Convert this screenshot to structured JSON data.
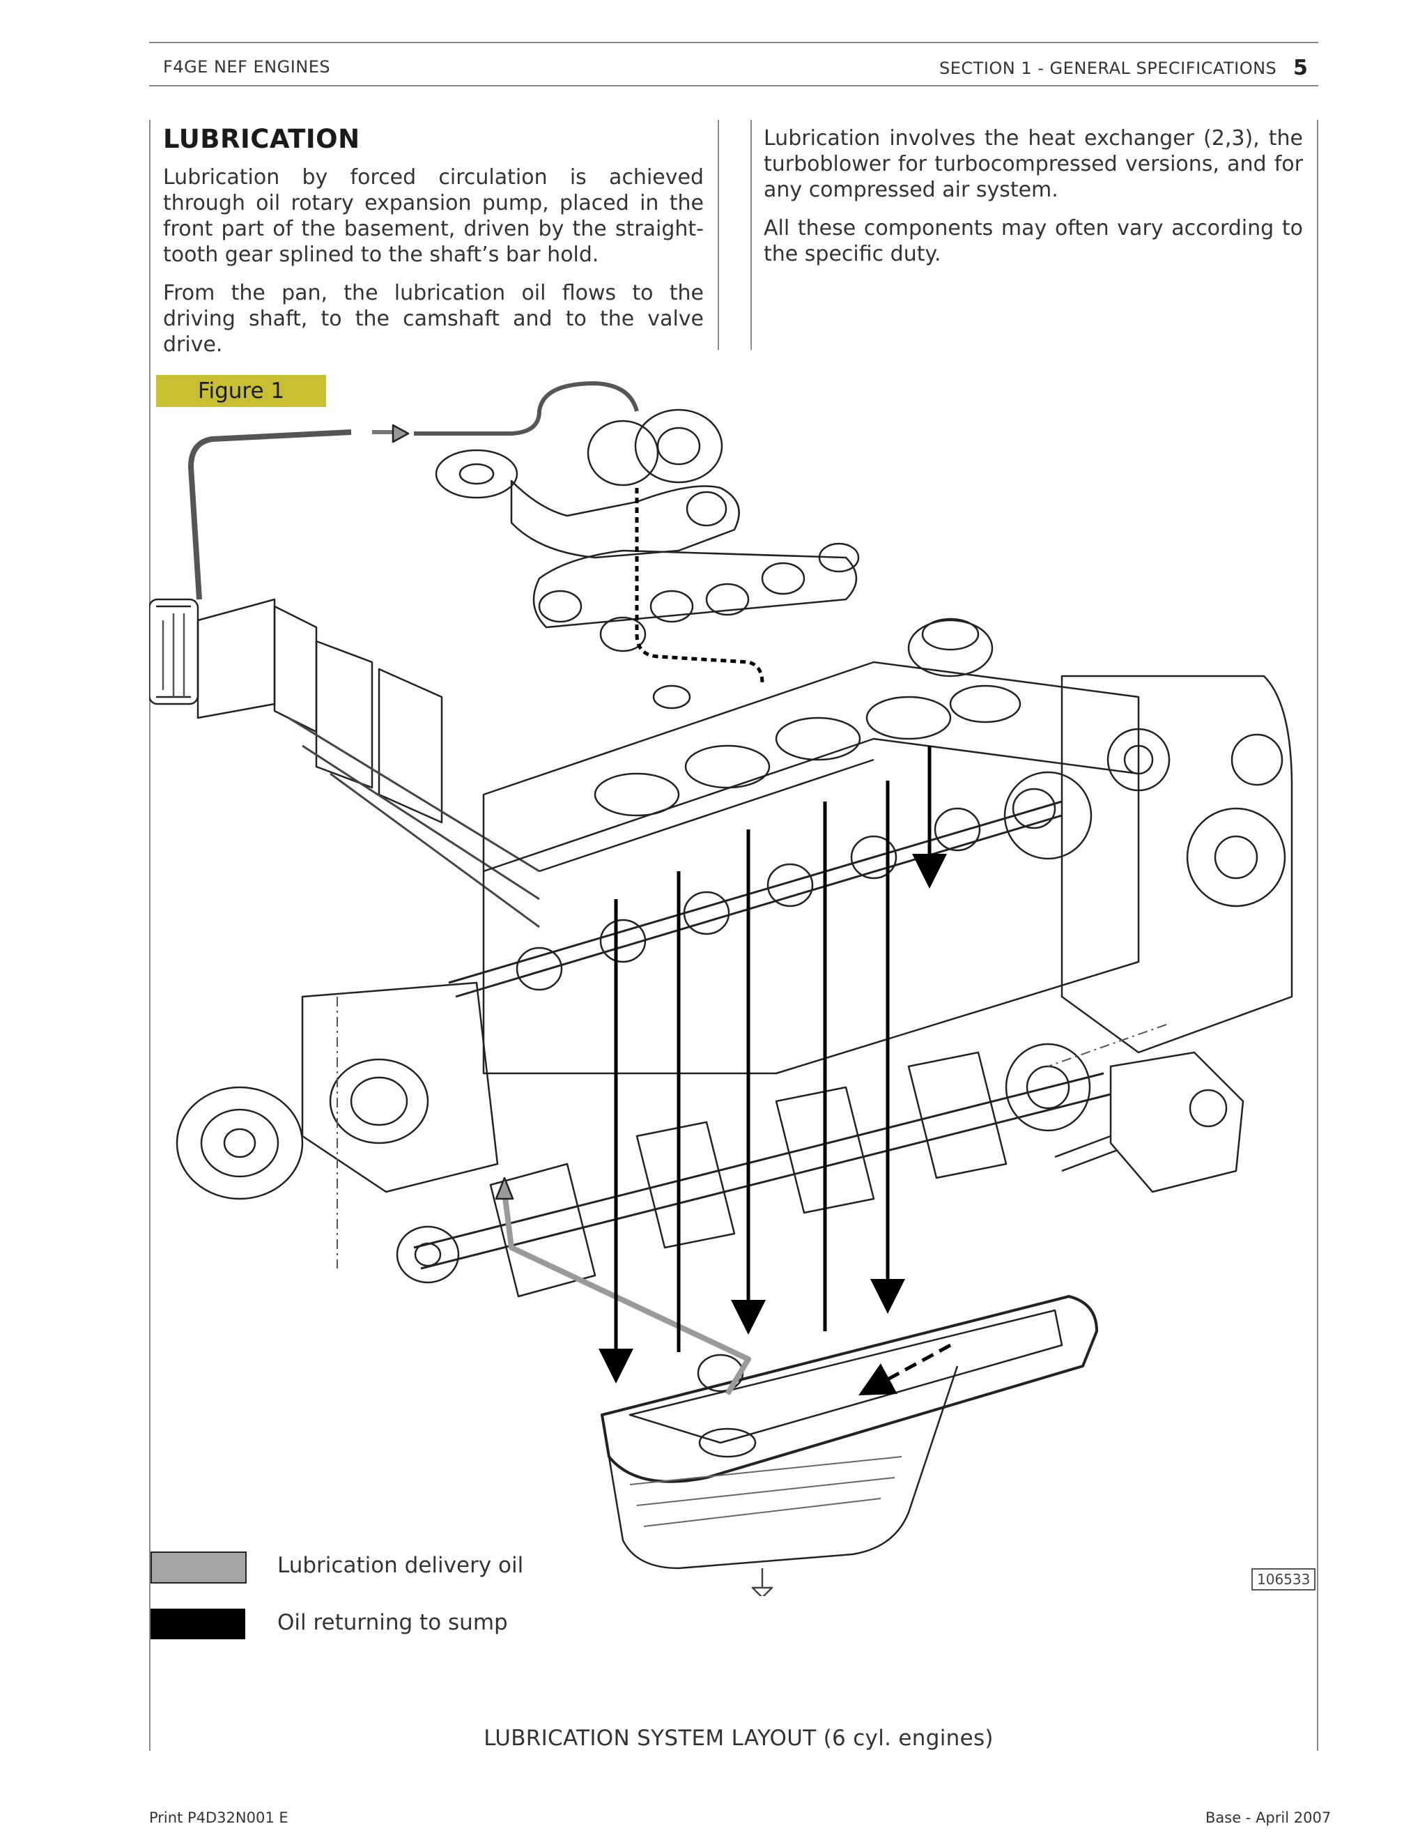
{
  "header": {
    "left": "F4GE NEF ENGINES",
    "section": "SECTION 1 - GENERAL SPECIFICATIONS",
    "page_number": "5"
  },
  "section_title": "LUBRICATION",
  "left_column": {
    "para1": "Lubrication by forced circulation is achieved through oil rotary expansion pump, placed in the front part of the basement, driven by the straight-tooth gear splined to the shaft’s bar hold.",
    "para2": "From the pan, the lubrication oil flows to the driving shaft, to the camshaft and to the valve drive."
  },
  "right_column": {
    "para1": "Lubrication involves the heat exchanger (2,3), the turboblower for turbocompressed versions, and for any compressed air system.",
    "para2": "All these components may often vary according to the specific duty."
  },
  "figure": {
    "label": "Figure 1",
    "ref_number": "106533",
    "caption": "LUBRICATION SYSTEM LAYOUT (6 cyl. engines)",
    "legend": [
      {
        "label": "Lubrication delivery oil",
        "color": "#a6a6a6"
      },
      {
        "label": "Oil returning to sump",
        "color": "#000000"
      }
    ]
  },
  "footer": {
    "left": "Print P4D32N001 E",
    "right": "Base - April 2007"
  }
}
